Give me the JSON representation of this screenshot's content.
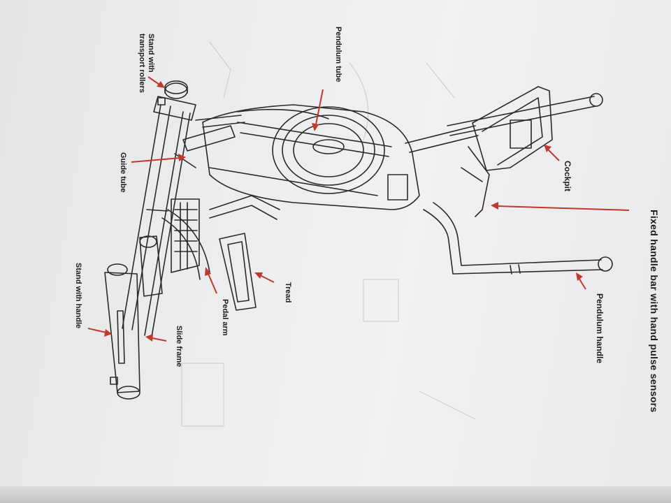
{
  "labels": {
    "stand_transport_line1": "Stand with",
    "stand_transport_line2": "transport rollers",
    "pendulum_tube": "Pendulum tube",
    "guide_tube": "Guide tube",
    "cockpit": "Cockpit",
    "fixed_handle_bar": "Fixed handle bar with hand pulse sensors",
    "pendulum_handle": "Pendulum handle",
    "tread": "Tread",
    "pedal_arm": "Pedal arm",
    "slide_frame": "Slide frame",
    "stand_handle": "Stand with handle"
  },
  "colors": {
    "arrow": "#c0392b",
    "line_art": "#2a2a2a",
    "paper": "#eeeef0"
  }
}
